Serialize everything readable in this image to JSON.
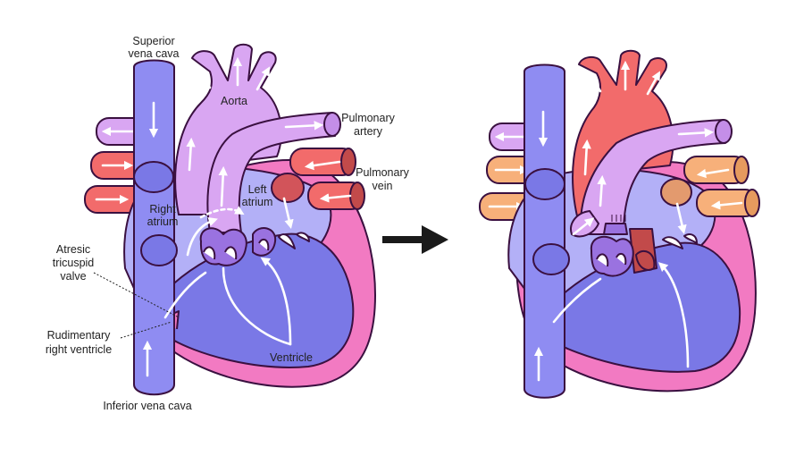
{
  "labels": {
    "superior_vena_cava": [
      "Superior",
      "vena cava"
    ],
    "aorta": "Aorta",
    "pulmonary_artery": [
      "Pulmonary",
      "artery"
    ],
    "pulmonary_vein": [
      "Pulmonary",
      "vein"
    ],
    "right_atrium": [
      "Right",
      "atrium"
    ],
    "left_atrium": [
      "Left",
      "atrium"
    ],
    "atresic_tricuspid_valve": [
      "Atresic",
      "tricuspid",
      "valve"
    ],
    "rudimentary_right_ventricle": [
      "Rudimentary",
      "right ventricle"
    ],
    "ventricle": "Ventricle",
    "inferior_vena_cava": "Inferior vena cava"
  },
  "colors": {
    "deoxygenated_vessel": "#8f8cf2",
    "mixed_vessel": "#d9a6f2",
    "oxygenated_vessel": "#f26b6b",
    "oxygenated_light": "#f7b07a",
    "heart_wall": "#f27ac2",
    "ventricle_fill": "#7a78e6",
    "atrium_fill": "#b3b0f7",
    "outline": "#3a1040",
    "transition_arrow": "#1a1a1a"
  },
  "icons": {
    "transition": "right-arrow-icon"
  }
}
